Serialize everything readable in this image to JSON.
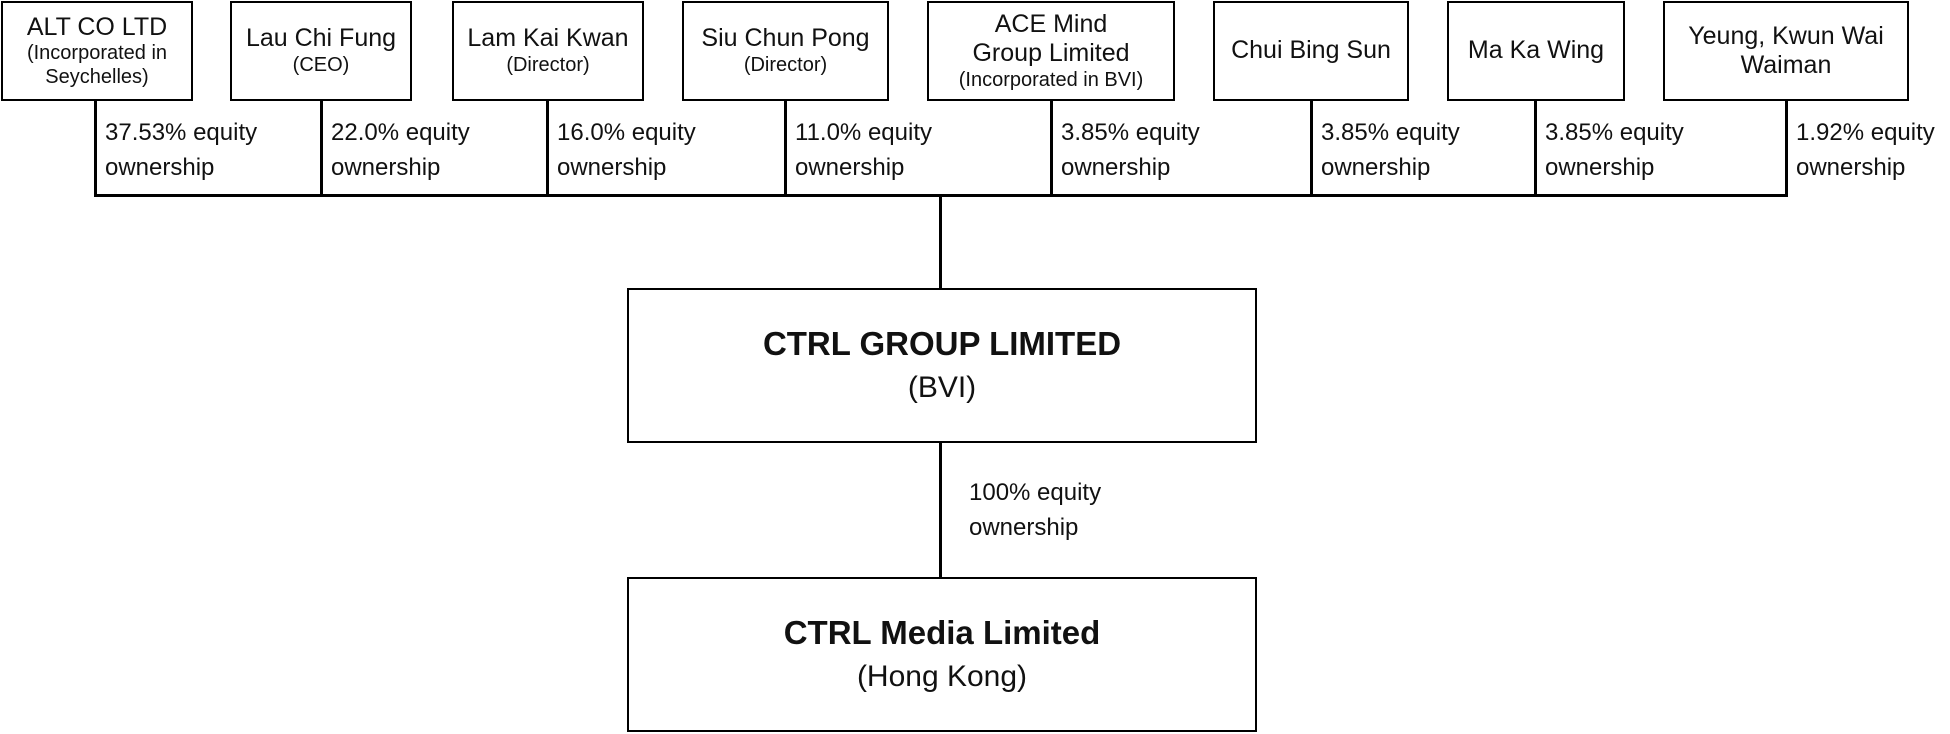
{
  "shareholders": [
    {
      "name": "ALT CO LTD",
      "sub": "(Incorporated in Seychelles)",
      "equity": "37.53% equity ownership"
    },
    {
      "name": "Lau Chi Fung",
      "sub": "(CEO)",
      "equity": "22.0% equity ownership"
    },
    {
      "name": "Lam Kai Kwan",
      "sub": "(Director)",
      "equity": "16.0% equity ownership"
    },
    {
      "name": "Siu Chun Pong",
      "sub": "(Director)",
      "equity": "11.0% equity ownership"
    },
    {
      "name": "ACE Mind Group Limited",
      "sub": "(Incorporated in BVI)",
      "equity": "3.85% equity ownership"
    },
    {
      "name": "Chui Bing Sun",
      "sub": "",
      "equity": "3.85% equity ownership"
    },
    {
      "name": "Ma Ka Wing",
      "sub": "",
      "equity": "3.85% equity ownership"
    },
    {
      "name": "Yeung, Kwun Wai Waiman",
      "sub": "",
      "equity": "1.92% equity ownership"
    }
  ],
  "parent": {
    "name": "CTRL GROUP LIMITED",
    "jurisdiction": "(BVI)"
  },
  "subsidiary": {
    "name": "CTRL Media Limited",
    "jurisdiction": "(Hong Kong)",
    "equity": "100% equity ownership"
  }
}
